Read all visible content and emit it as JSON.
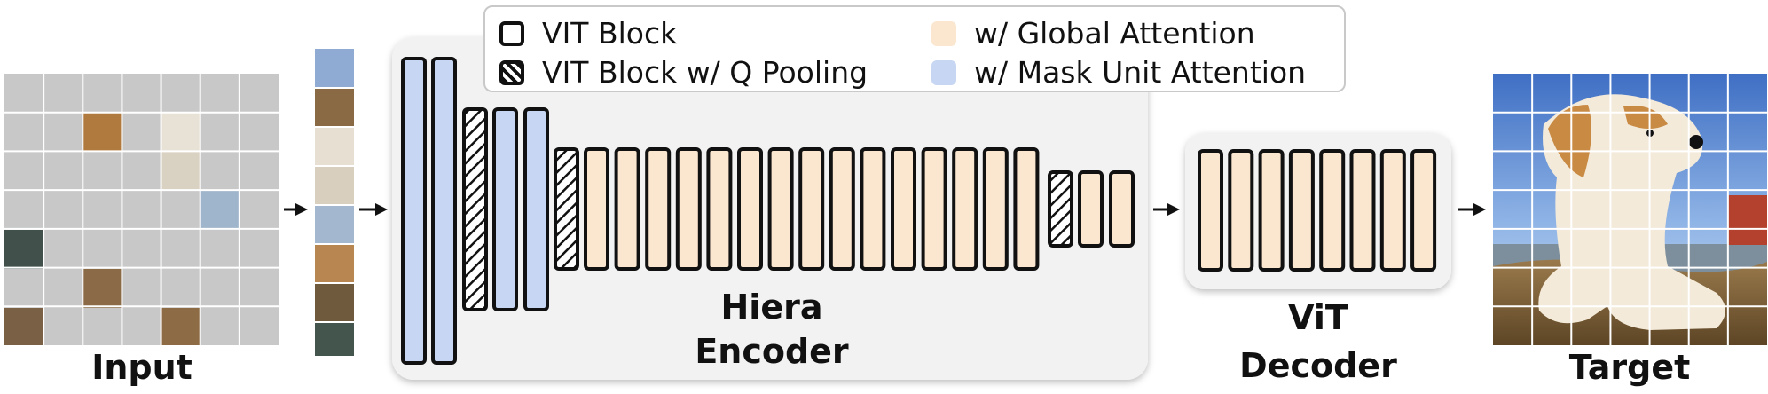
{
  "labels": {
    "input": "Input",
    "encoder_line1": "Hiera",
    "encoder_line2": "Encoder",
    "decoder_line1": "ViT",
    "decoder_line2": "Decoder",
    "target": "Target"
  },
  "legend": [
    {
      "text": "VIT Block",
      "swatch": "plain"
    },
    {
      "text": "VIT Block w/ Q Pooling",
      "swatch": "hatched"
    },
    {
      "text": "w/ Global Attention",
      "swatch": "global"
    },
    {
      "text": "w/ Mask Unit Attention",
      "swatch": "maskunit"
    }
  ],
  "colors": {
    "mask_unit_block": "#c7d6f2",
    "global_block": "#fbe6cf",
    "block_border": "#111111",
    "panel_bg": "#f2f2f2",
    "masked_patch": "#c8c8c8",
    "grid_line": "#ffffff"
  },
  "icons": [
    "arrow-right-icon",
    "dog-photo-patch"
  ]
}
